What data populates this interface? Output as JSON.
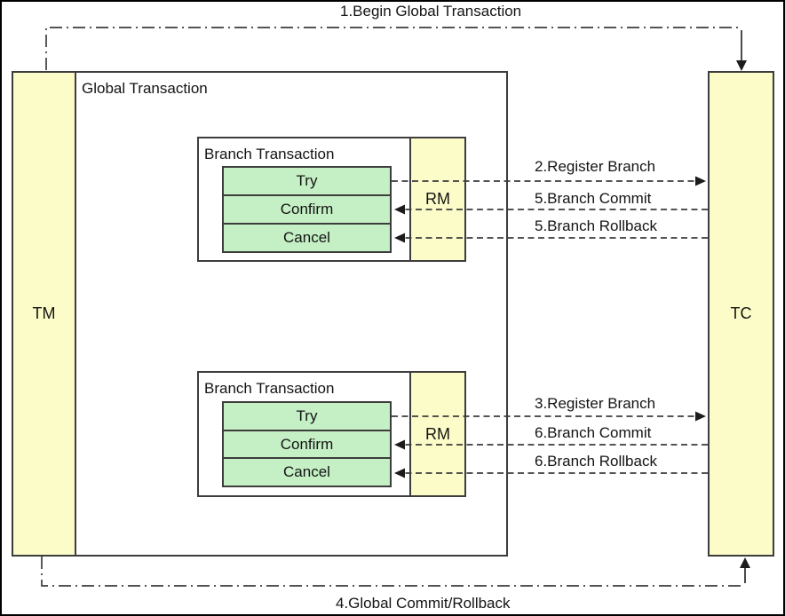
{
  "labels": {
    "begin": "1.Begin Global Transaction",
    "global_commit": "4.Global Commit/Rollback"
  },
  "nodes": {
    "tm": "TM",
    "tc": "TC",
    "global_transaction": "Global Transaction"
  },
  "branches": [
    {
      "title": "Branch Transaction",
      "rm": "RM",
      "phases": [
        "Try",
        "Confirm",
        "Cancel"
      ],
      "messages": [
        {
          "label": "2.Register Branch",
          "direction": "rm-to-tc"
        },
        {
          "label": "5.Branch Commit",
          "direction": "tc-to-rm"
        },
        {
          "label": "5.Branch Rollback",
          "direction": "tc-to-rm"
        }
      ]
    },
    {
      "title": "Branch Transaction",
      "rm": "RM",
      "phases": [
        "Try",
        "Confirm",
        "Cancel"
      ],
      "messages": [
        {
          "label": "3.Register Branch",
          "direction": "rm-to-tc"
        },
        {
          "label": "6.Branch Commit",
          "direction": "tc-to-rm"
        },
        {
          "label": "6.Branch Rollback",
          "direction": "tc-to-rm"
        }
      ]
    }
  ],
  "colors": {
    "node_fill_yellow": "#FCFCC8",
    "phase_fill_green": "#C5EFC5",
    "border": "#3d3d3d",
    "background": "#ffffff"
  }
}
